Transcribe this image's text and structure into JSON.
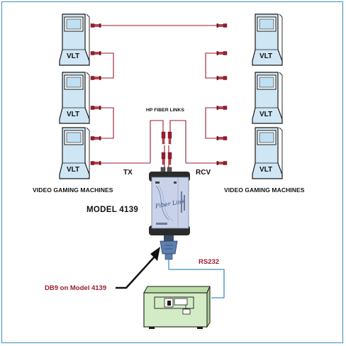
{
  "labels": {
    "hp_fiber_links": "HP FIBER LINKS",
    "tx": "TX",
    "rcv": "RCV",
    "video_gaming_left": "VIDEO GAMING MACHINES",
    "video_gaming_right": "VIDEO GAMING MACHINES",
    "model": "MODEL 4139",
    "rs232": "RS232",
    "db9": "DB9 on Model 4139"
  },
  "vlt_label": "VLT",
  "device_brand": "Fiber Link",
  "colors": {
    "fiber": "#9b1b2e",
    "serial": "#3e8fc0",
    "vlt_fill": "#cfe6f5",
    "vlt_stroke": "#1a1a1a",
    "device_body": "#c9d2e8",
    "pc_fill": "#d4ecc6",
    "accent_text": "#9b1b2e"
  }
}
